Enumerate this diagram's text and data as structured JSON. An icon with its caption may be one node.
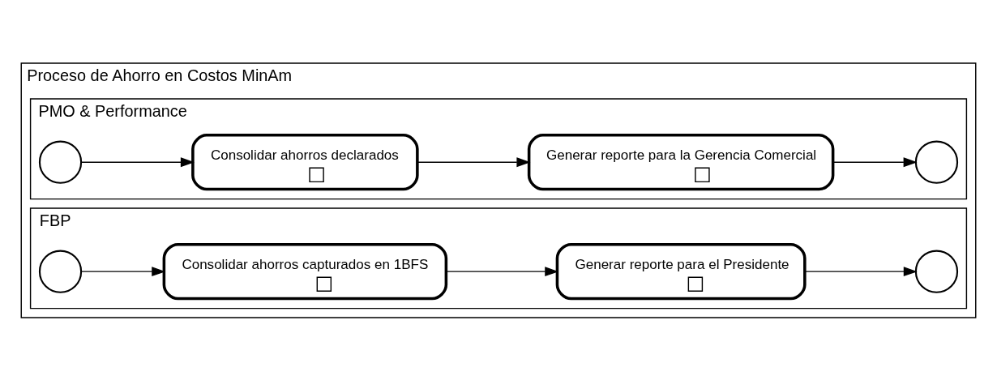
{
  "diagram": {
    "nodes": [
      {
        "text": [
          "Proceso de Ahorro en Costos MinAm"
        ]
      },
      {
        "text": [
          "PMO & Performance"
        ],
        "in": 0
      },
      {
        "text": [],
        "shape": "circle",
        "in": 1
      },
      {
        "text": [
          "Consolidar ahorros declarados"
        ],
        "in": 1
      },
      {
        "text": [
          "Generar reporte para la Gerencia Comercial"
        ],
        "in": 1
      },
      {
        "text": [],
        "shape": "circle",
        "in": 1
      },
      {
        "text": [
          "FBP"
        ],
        "in": 0
      },
      {
        "text": [],
        "shape": "circle",
        "in": 6
      },
      {
        "text": [
          "Consolidar ahorros capturados en 1BFS"
        ],
        "in": 6
      },
      {
        "text": [
          "Generar reporte para el Presidente"
        ],
        "in": 6
      },
      {
        "text": [],
        "shape": "circle",
        "in": 6
      }
    ],
    "edges": [
      {
        "from": 2,
        "to": 3,
        "arrow": "to"
      },
      {
        "from": 3,
        "to": 4,
        "arrow": "to"
      },
      {
        "from": 4,
        "to": 5,
        "arrow": "to"
      },
      {
        "from": 7,
        "to": 8,
        "arrow": "to"
      },
      {
        "from": 8,
        "to": 9,
        "arrow": "to"
      },
      {
        "from": 9,
        "to": 10,
        "arrow": "to"
      }
    ]
  }
}
